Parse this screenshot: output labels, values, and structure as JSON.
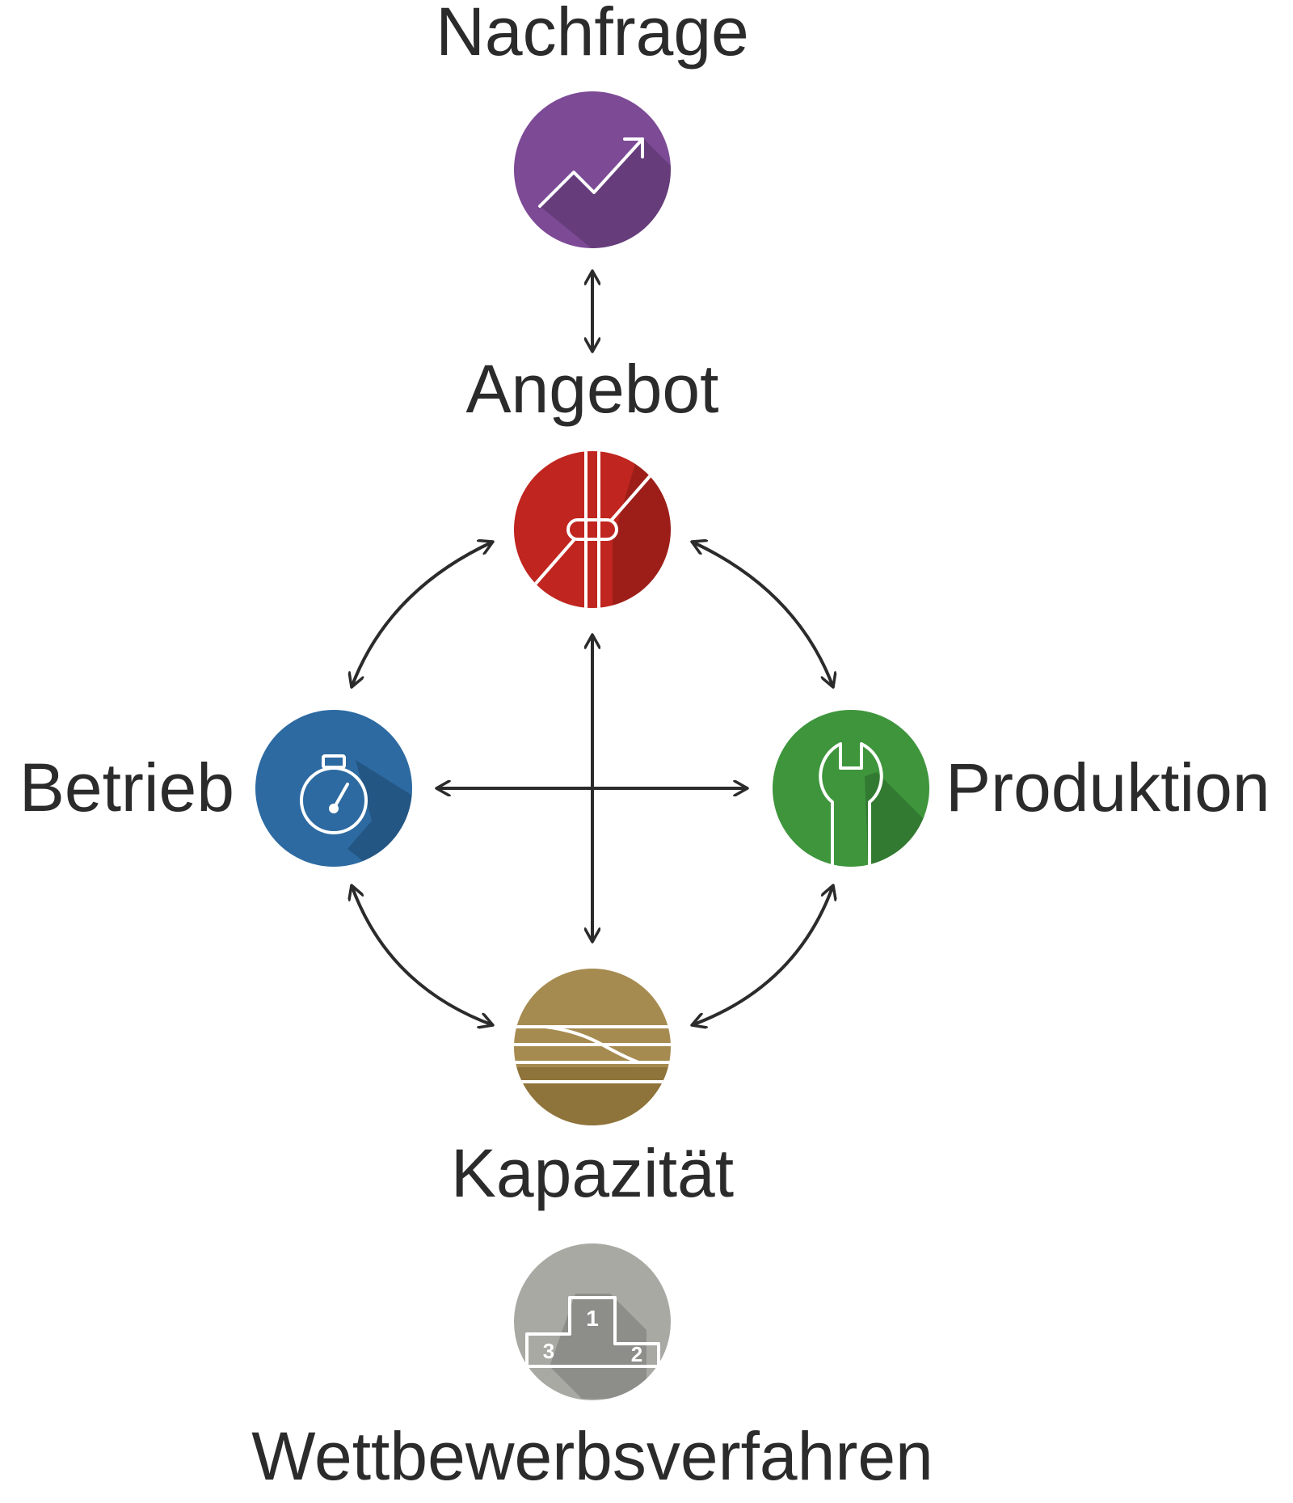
{
  "nodes": {
    "nachfrage": {
      "label": "Nachfrage",
      "color": "#7d4a96",
      "icon": "trend-up-icon"
    },
    "angebot": {
      "label": "Angebot",
      "color": "#c0251f",
      "icon": "rail-track-icon"
    },
    "betrieb": {
      "label": "Betrieb",
      "color": "#2d6aa2",
      "icon": "stopwatch-icon"
    },
    "produktion": {
      "label": "Produktion",
      "color": "#3e953c",
      "icon": "wrench-icon"
    },
    "kapazitaet": {
      "label": "Kapazität",
      "color": "#a68b51",
      "icon": "track-layers-icon"
    },
    "wettbewerbsverfahren": {
      "label": "Wettbewerbsverfahren",
      "color": "#a9a9a4",
      "icon": "podium-icon",
      "podium_places": [
        "1",
        "2",
        "3"
      ]
    }
  },
  "connections": [
    [
      "nachfrage",
      "angebot"
    ],
    [
      "angebot",
      "betrieb"
    ],
    [
      "angebot",
      "produktion"
    ],
    [
      "angebot",
      "kapazitaet"
    ],
    [
      "betrieb",
      "produktion"
    ],
    [
      "betrieb",
      "kapazitaet"
    ],
    [
      "produktion",
      "kapazitaet"
    ]
  ]
}
